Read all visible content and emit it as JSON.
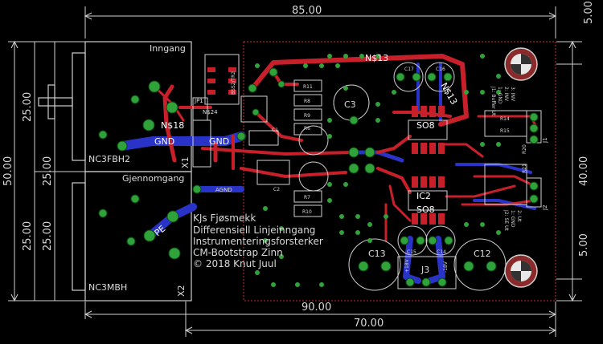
{
  "dimensions": {
    "top_width": "85.00",
    "top_offset": "5.00",
    "left_total": "50.00",
    "left_upper": "25.00",
    "left_lower": "25.00",
    "left_upper_inner": "25.00",
    "left_lower_inner": "25.00",
    "right_height": "40.00",
    "right_offset": "5.00",
    "bottom_width": "90.00",
    "bottom_inner": "70.00"
  },
  "connectors": {
    "input_label": "Inngang",
    "input_part": "NC3FBH2",
    "input_ref": "X1",
    "thru_label": "Gjennomgang",
    "thru_part": "NC3MBH",
    "thru_ref": "X2"
  },
  "nets": {
    "n13_a": "N$13",
    "n13_b": "N$13",
    "n18": "N$18",
    "n24": "N$24",
    "gnd_a": "GND",
    "gnd_b": "GND",
    "agnd": "AGND",
    "pe": "PE",
    "plus18": "+18V",
    "minus18": "-18V"
  },
  "parts": {
    "jp1": "JP1",
    "r11": "R11",
    "r8": "R8",
    "r6": "R6",
    "r9": "R9",
    "r7": "R7",
    "r10": "R10",
    "c1": "C1",
    "c2": "C2",
    "c3": "C3",
    "c16": "C16",
    "c17": "C17",
    "c15": "C15",
    "c14": "C14",
    "c13": "C13",
    "c12": "C12",
    "r14": "R14",
    "r15": "R15",
    "r20": "R20",
    "r21": "R21",
    "j1": "J1",
    "j2": "J2",
    "j3": "J3",
    "so8_a": "SO8",
    "so8_b": "SO8",
    "ic2": "IC2",
    "bss": "BSS2/TR2",
    "j1_note_1": "J1: Buffer Ut",
    "j1_note_2": "1: GND",
    "j1_note_3": "2: INV",
    "j1_note_4": "3: INV",
    "j2_note_1": "J2: SE Ut",
    "j2_note_2": "1: GND",
    "j2_note_3": "2: Ut"
  },
  "title_block": {
    "line1": "KJs Fjøsmekk",
    "line2": "Differensiell Linjeinngang",
    "line3": "Instrumenteringsforsterker",
    "line4": "CM-Bootstrap Zinn",
    "line5": "© 2018 Knut Juul"
  },
  "colors": {
    "background": "#000000",
    "top_copper": "#c8202a",
    "bottom_copper": "#2a33c8",
    "pad": "#2a9a3a",
    "silkscreen": "#dcdcdc",
    "board_outline": "#d04040"
  }
}
